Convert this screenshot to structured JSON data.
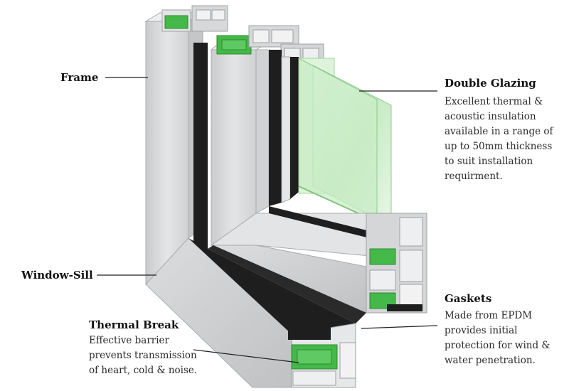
{
  "labels": {
    "frame": {
      "title": "Frame"
    },
    "window_sill": {
      "title": "Window-Sill"
    },
    "double_glazing": {
      "title": "Double Glazing",
      "lines": [
        "Excellent thermal &",
        "acoustic insulation",
        "available in a range of",
        "up to 50mm thickness",
        "to suit installation",
        "requirment."
      ]
    },
    "gaskets": {
      "title": "Gaskets",
      "lines": [
        "Made from EPDM",
        "provides initial",
        "protection for wind &",
        "water penetration."
      ]
    },
    "thermal_break": {
      "title": "Thermal Break",
      "lines": [
        "Effective barrier",
        "prevents transmission",
        "of heart, cold & noise."
      ]
    }
  },
  "colors": {
    "aluminium": "#d9dadb",
    "aluminium_dark": "#b7b9bb",
    "aluminium_light": "#ececed",
    "thermal_break_green": "#44b848",
    "gasket_black": "#1e1e1e",
    "glass": "#c8ecc6",
    "leader_line": "#222222"
  }
}
